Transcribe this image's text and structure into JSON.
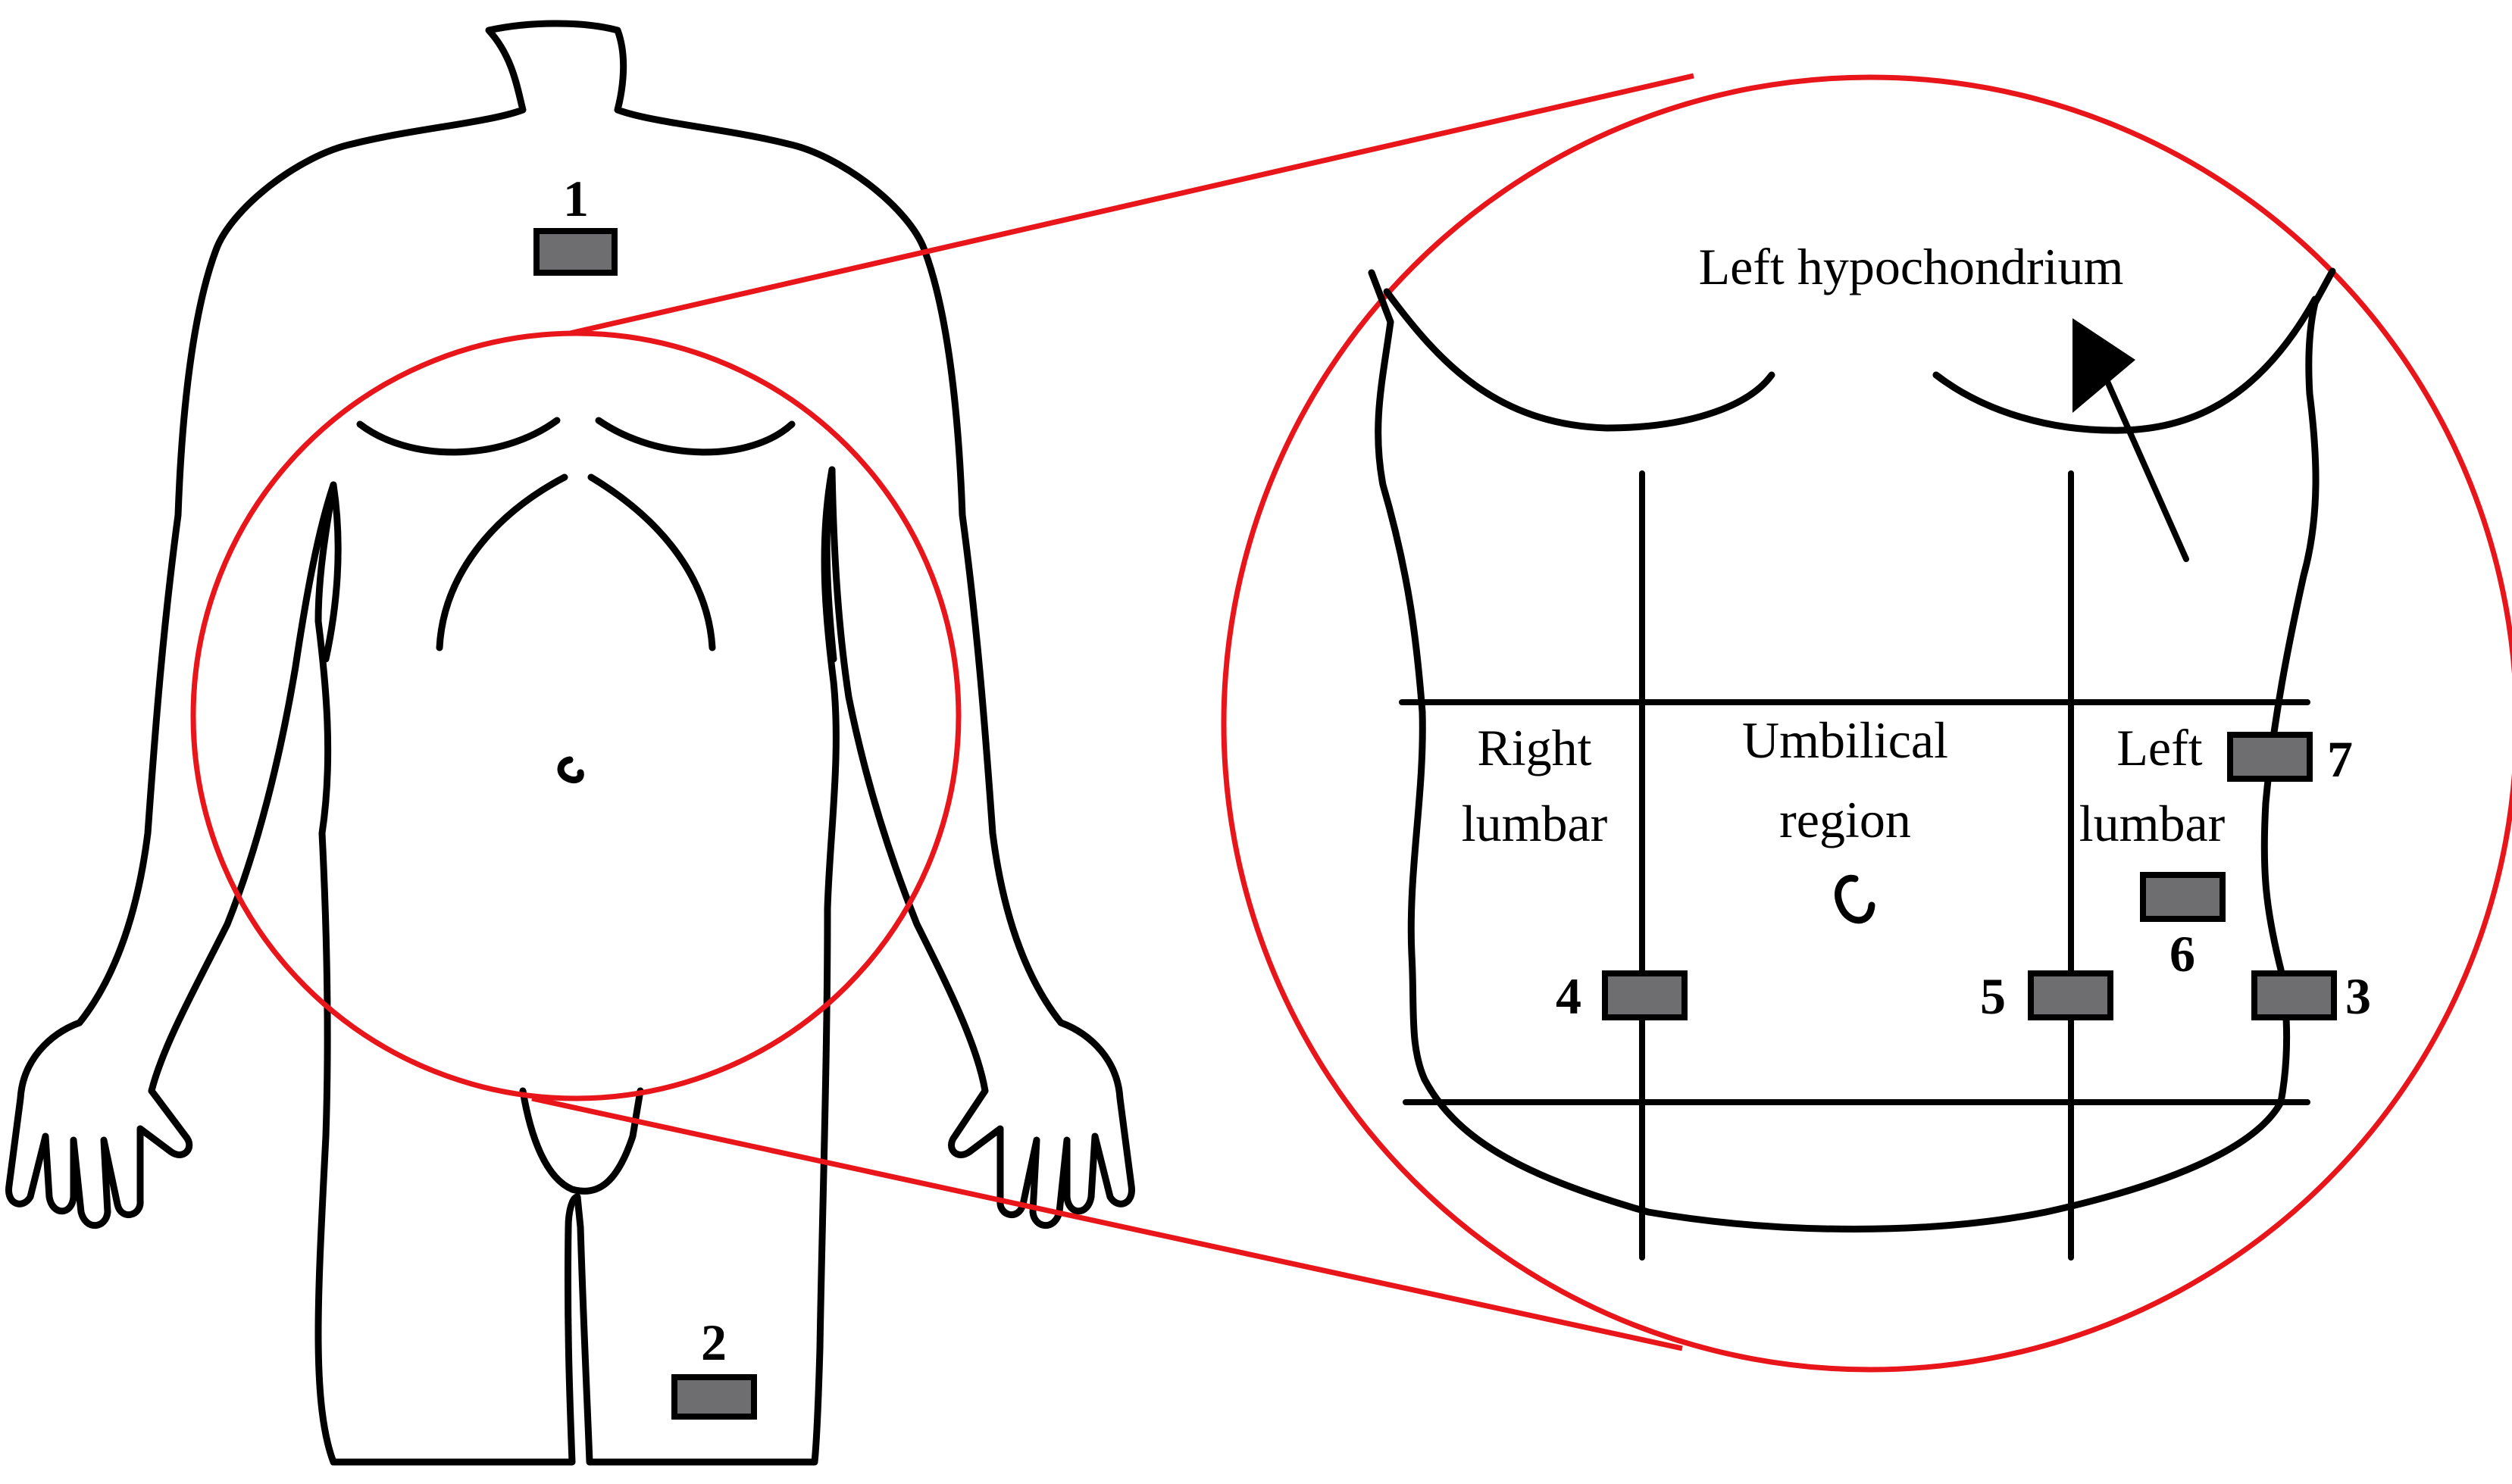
{
  "labels": {
    "left_hypochondrium": "Left hypochondrium",
    "right_lumbar_1": "Right",
    "right_lumbar_2": "lumbar",
    "umbilical_1": "Umbilical",
    "umbilical_2": "region",
    "left_lumbar_1": "Left",
    "left_lumbar_2": "lumbar"
  },
  "sensors": {
    "s1": "1",
    "s2": "2",
    "s3": "3",
    "s4": "4",
    "s5": "5",
    "s6": "6",
    "s7": "7"
  },
  "colors": {
    "outline": "#000000",
    "highlight_circle": "#e8161b",
    "sensor_fill": "#6e6e70"
  }
}
